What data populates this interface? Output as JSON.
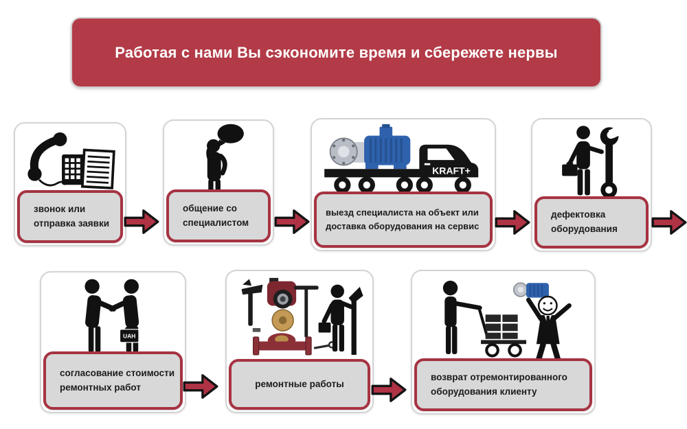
{
  "banner": {
    "text": "Работая с нами Вы сэкономите время и сбережете нервы"
  },
  "steps": [
    {
      "name": "call-or-request",
      "icon": "phone-fax-icon",
      "lines": [
        "звонок или",
        "отправка заявки"
      ]
    },
    {
      "name": "specialist-chat",
      "icon": "person-speech-icon",
      "lines": [
        "общение со",
        "специалистом"
      ]
    },
    {
      "name": "site-visit-or-delivery",
      "icon": "truck-pump-icon",
      "lines": [
        "выезд специалиста на объект или",
        "доставка оборудования на сервис"
      ]
    },
    {
      "name": "defect-inspection",
      "icon": "mechanic-wrench-icon",
      "lines": [
        "дефектовка",
        "оборудования"
      ]
    },
    {
      "name": "cost-agreement",
      "icon": "handshake-icon",
      "lines": [
        "согласование стоимости",
        "ремонтных работ"
      ]
    },
    {
      "name": "repair-works",
      "icon": "repair-tools-icon",
      "lines": [
        "ремонтные работы"
      ]
    },
    {
      "name": "equipment-return",
      "icon": "client-return-icon",
      "lines": [
        "возврат отремонтированного",
        "оборудования клиенту"
      ]
    }
  ],
  "truck": {
    "brand": "KRAFT+"
  },
  "briefcase": {
    "label": "UAH"
  },
  "colors": {
    "banner_bg": "#b23b47",
    "pill_bg": "#d8d8d8",
    "pill_border": "#a63342",
    "arrow_fill": "#b03245",
    "card_border": "#d4d4d4",
    "pump_blue": "#2f62ad",
    "pump_red": "#8c3038",
    "impeller_brass": "#c49a56"
  }
}
